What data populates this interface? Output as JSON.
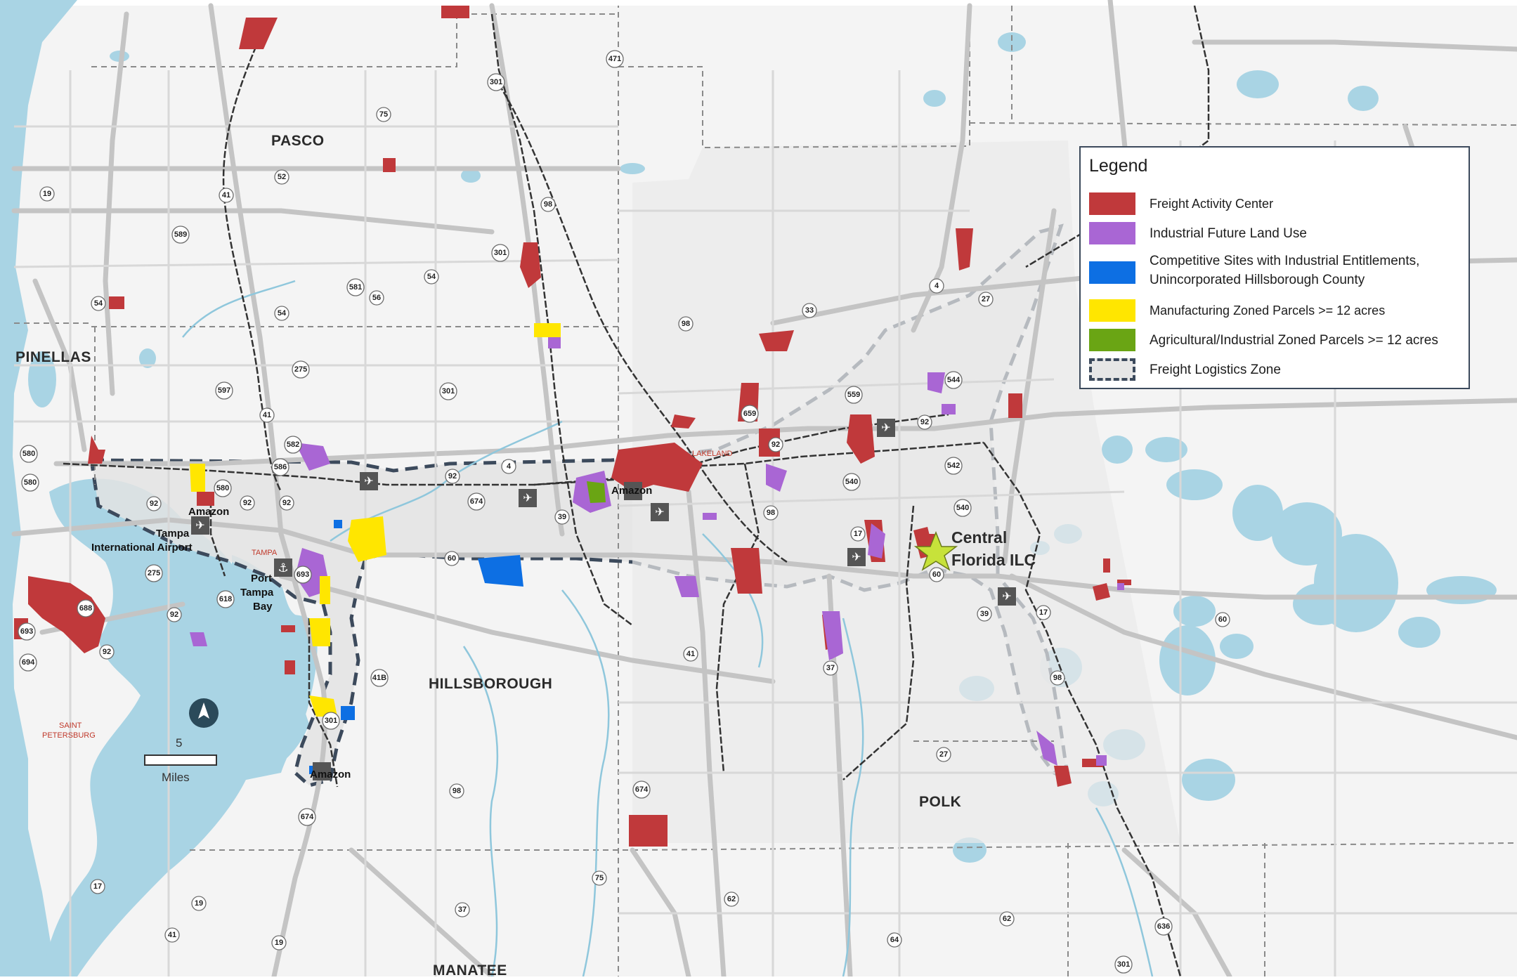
{
  "counties": [
    "PASCO",
    "PINELLAS",
    "HILLSBOROUGH",
    "POLK",
    "MANATEE"
  ],
  "places": {
    "amazon": "Amazon",
    "tampa_airport_line1": "Tampa",
    "tampa_airport_line2": "International Airport",
    "port_line1": "Port",
    "port_line2": "Tampa",
    "port_line3": "Bay",
    "tampa": "TAMPA",
    "lakeland": "LAKELAND",
    "st_pete_line1": "SAINT",
    "st_pete_line2": "PETERSBURG"
  },
  "facility": {
    "line1": "Central",
    "line2": "Florida ILC"
  },
  "scale": {
    "value": "5",
    "unit": "Miles"
  },
  "north_arrow": "N",
  "road_shields": [
    "471",
    "301",
    "75",
    "52",
    "41",
    "19",
    "589",
    "98",
    "301",
    "581",
    "56",
    "54",
    "54",
    "54",
    "275",
    "597",
    "301",
    "33",
    "98",
    "4",
    "27",
    "559",
    "92",
    "544",
    "659",
    "92",
    "41",
    "582",
    "580",
    "586",
    "580",
    "580",
    "92",
    "92",
    "92",
    "4",
    "92",
    "674",
    "39",
    "60",
    "542",
    "540",
    "540",
    "98",
    "17",
    "60",
    "17",
    "60",
    "39",
    "275",
    "618",
    "92",
    "693",
    "688",
    "92",
    "694",
    "693",
    "41B",
    "301",
    "41",
    "37",
    "98",
    "27",
    "98",
    "674",
    "674",
    "75",
    "37",
    "62",
    "62",
    "64",
    "636",
    "17",
    "19",
    "41",
    "19",
    "301",
    "98"
  ],
  "legend": {
    "title": "Legend",
    "items": [
      {
        "label": "Freight Activity Center",
        "color": "#c0393b"
      },
      {
        "label": "Industrial Future Land Use",
        "color": "#a966d4"
      },
      {
        "label_line1": "Competitive Sites with Industrial Entitlements,",
        "label_line2": "Unincorporated Hillsborough County",
        "color": "#0d6fe3"
      },
      {
        "label": "Manufacturing Zoned Parcels >= 12 acres",
        "color": "#ffe600"
      },
      {
        "label": "Agricultural/Industrial Zoned Parcels >= 12 acres",
        "color": "#6aa514"
      },
      {
        "label": "Freight Logistics Zone",
        "color": "#e6e6e6",
        "border": "#3c4a5c"
      }
    ]
  },
  "colors": {
    "water": "#a9d4e4",
    "land": "#f5f5f5",
    "zone_fill": "#e3e3e3",
    "zone_border": "#3c4a5c",
    "roads": "#c9c9c9",
    "rail": "#333333",
    "rivers": "#8fc7dc"
  }
}
